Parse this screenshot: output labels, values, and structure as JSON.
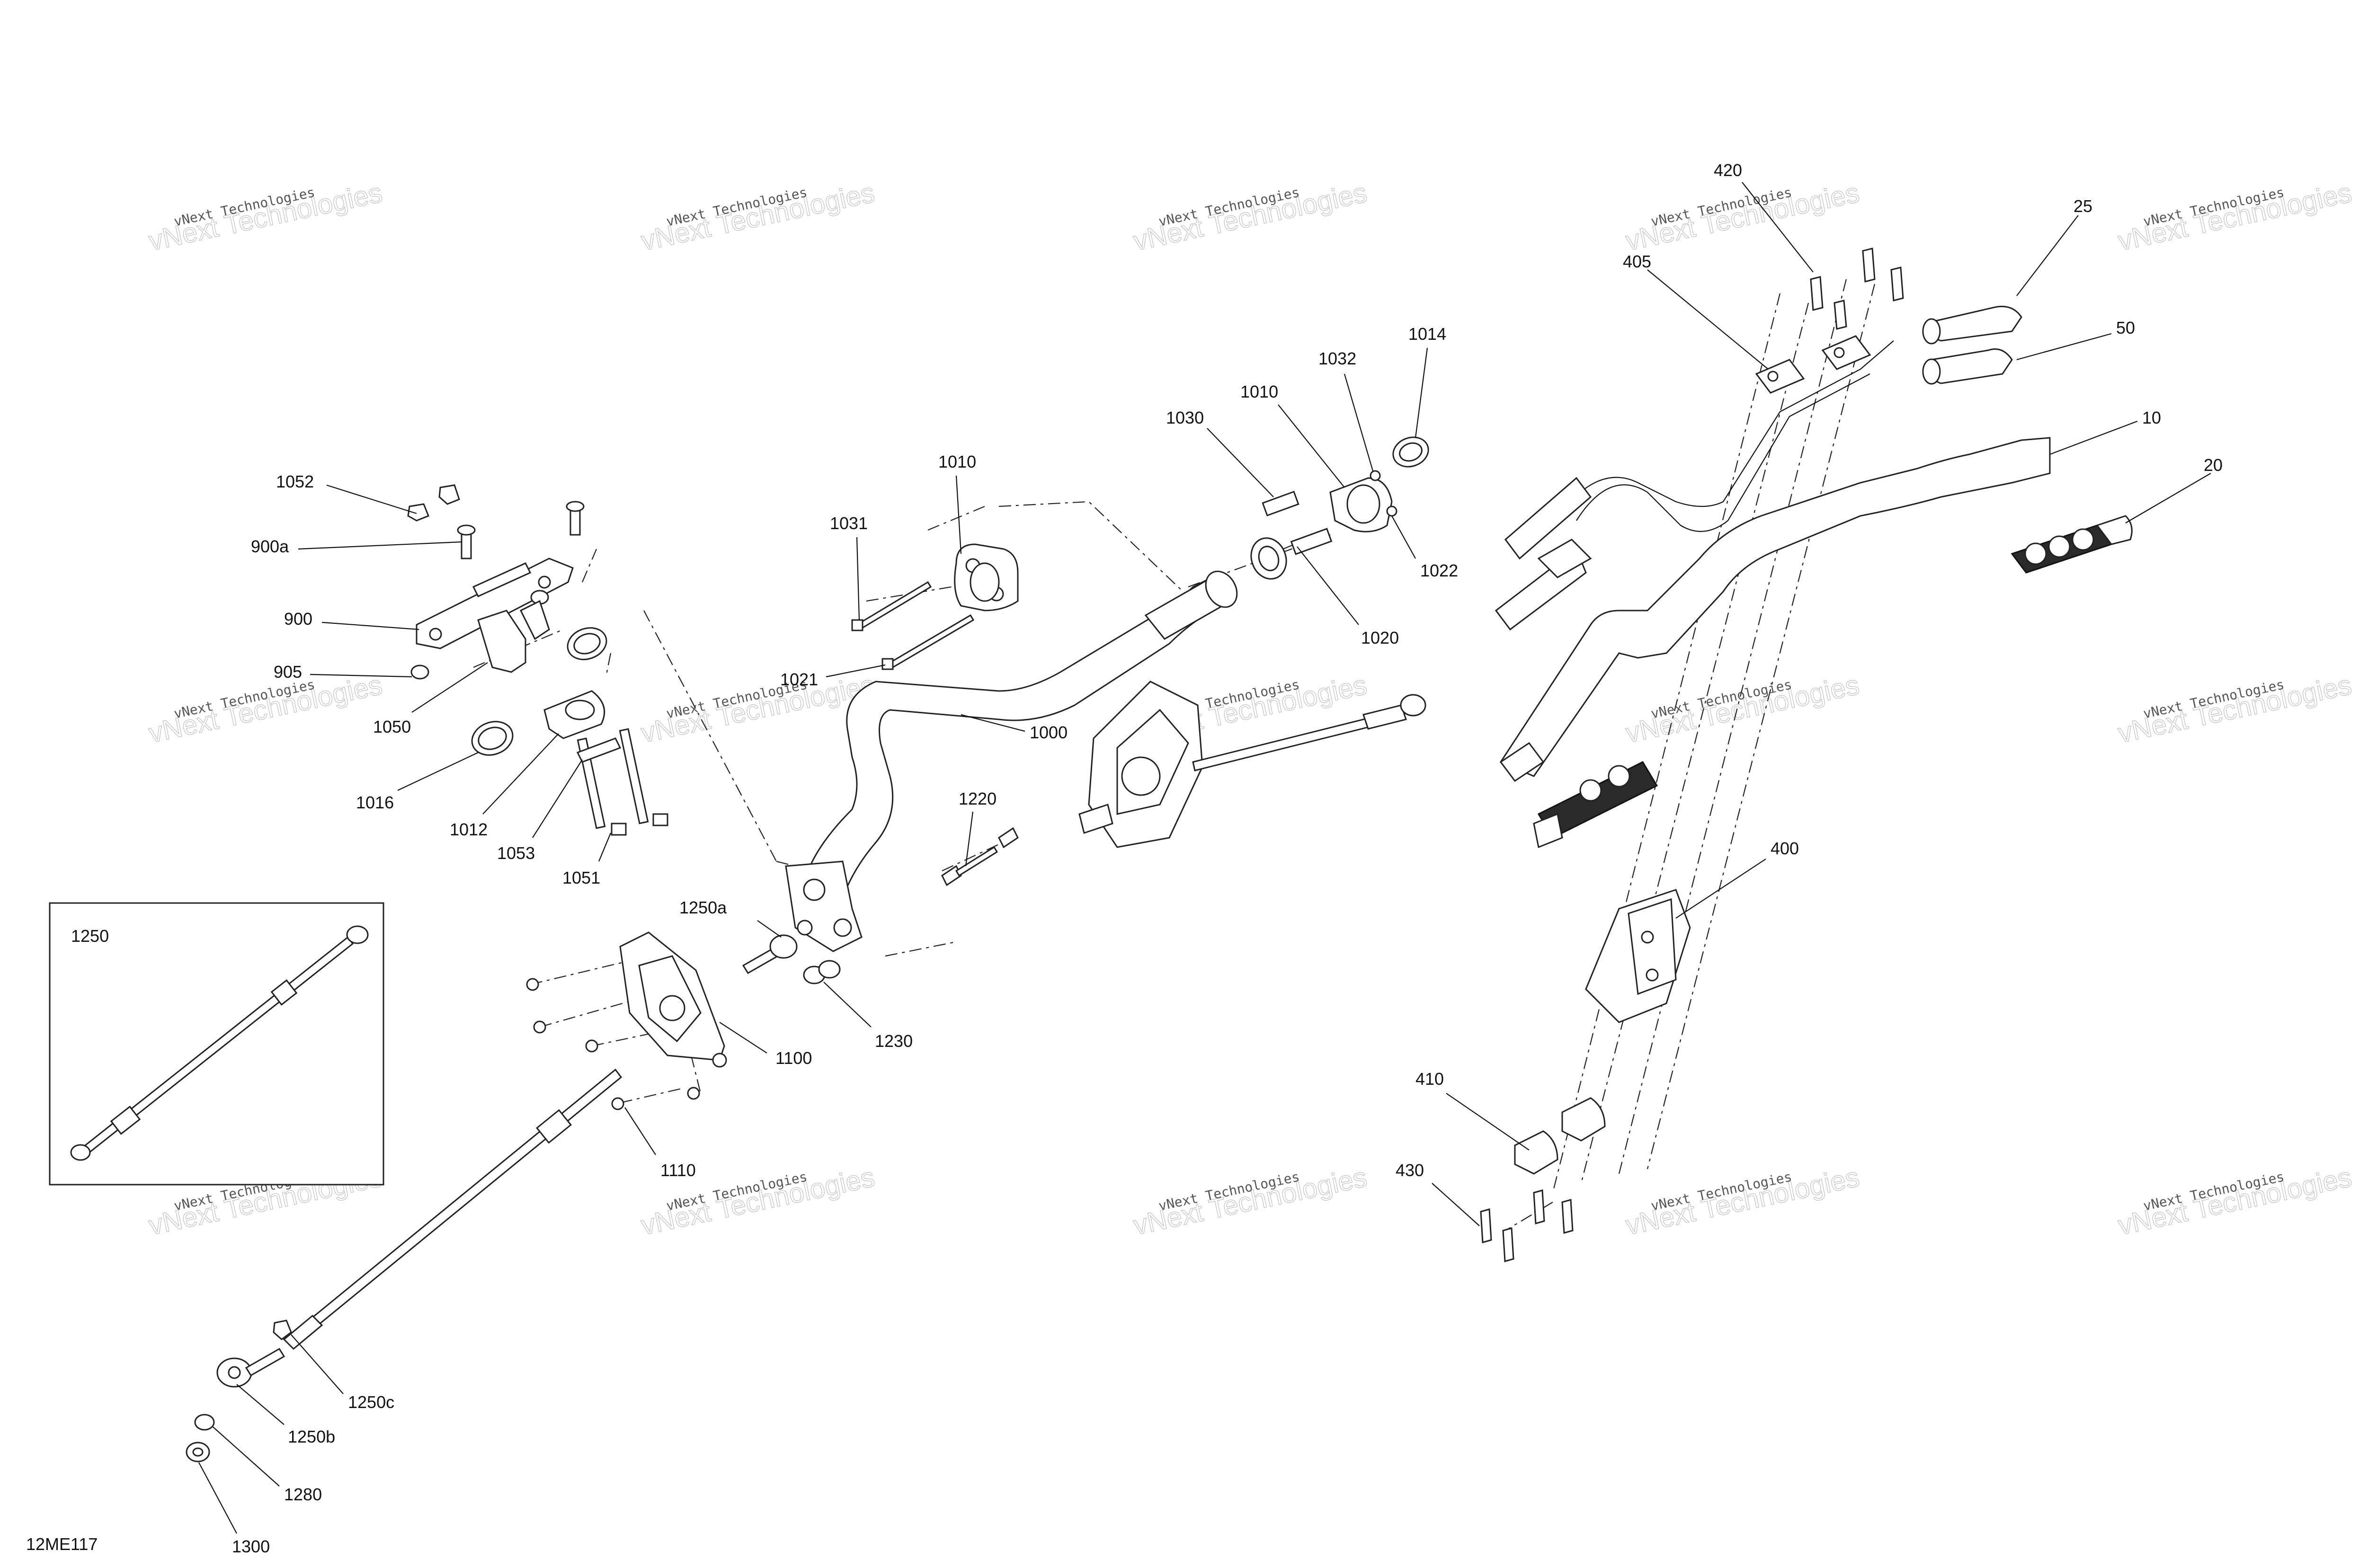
{
  "diagram": {
    "figure_code": "12ME117",
    "watermark": {
      "line1": "vNext Technologies",
      "line2": "vNext Technologies"
    },
    "inset_label": "1250",
    "callouts": {
      "c420": "420",
      "c25": "25",
      "c405": "405",
      "c50": "50",
      "c10": "10",
      "c20": "20",
      "c1014": "1014",
      "c1032": "1032",
      "c1010b": "1010",
      "c1030": "1030",
      "c1022": "1022",
      "c1020": "1020",
      "c1010a": "1010",
      "c1031": "1031",
      "c1021": "1021",
      "c1000": "1000",
      "c1052": "1052",
      "c900a": "900a",
      "c900": "900",
      "c905": "905",
      "c1050": "1050",
      "c1016": "1016",
      "c1012": "1012",
      "c1053": "1053",
      "c1051": "1051",
      "c1220": "1220",
      "c1250a": "1250a",
      "c1230": "1230",
      "c1100": "1100",
      "c1110": "1110",
      "c1250c": "1250c",
      "c1250b": "1250b",
      "c1280": "1280",
      "c1300": "1300",
      "c400": "400",
      "c410": "410",
      "c430": "430"
    }
  }
}
